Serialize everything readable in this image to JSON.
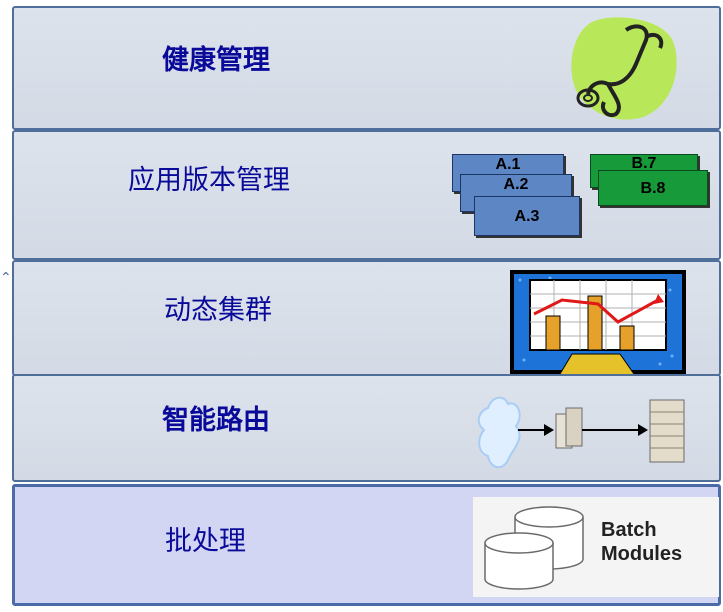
{
  "layers": [
    {
      "label": "健康管理",
      "icon": "stethoscope-icon"
    },
    {
      "label": "应用版本管理",
      "icon": "version-cards-icon",
      "cards_a": [
        "A.1",
        "A.2",
        "A.3"
      ],
      "cards_b": [
        "B.7",
        "B.8"
      ]
    },
    {
      "label": "动态集群",
      "icon": "bar-chart-icon"
    },
    {
      "label": "智能路由",
      "icon": "routing-servers-icon"
    },
    {
      "label": "批处理",
      "icon": "batch-modules-icon",
      "caption_1": "Batch",
      "caption_2": "Modules"
    }
  ],
  "colors": {
    "label": "#0a0a9a",
    "layer_fill": "#d8dee8",
    "batch_fill": "#d3d6f2",
    "border": "#4f6f9a"
  }
}
